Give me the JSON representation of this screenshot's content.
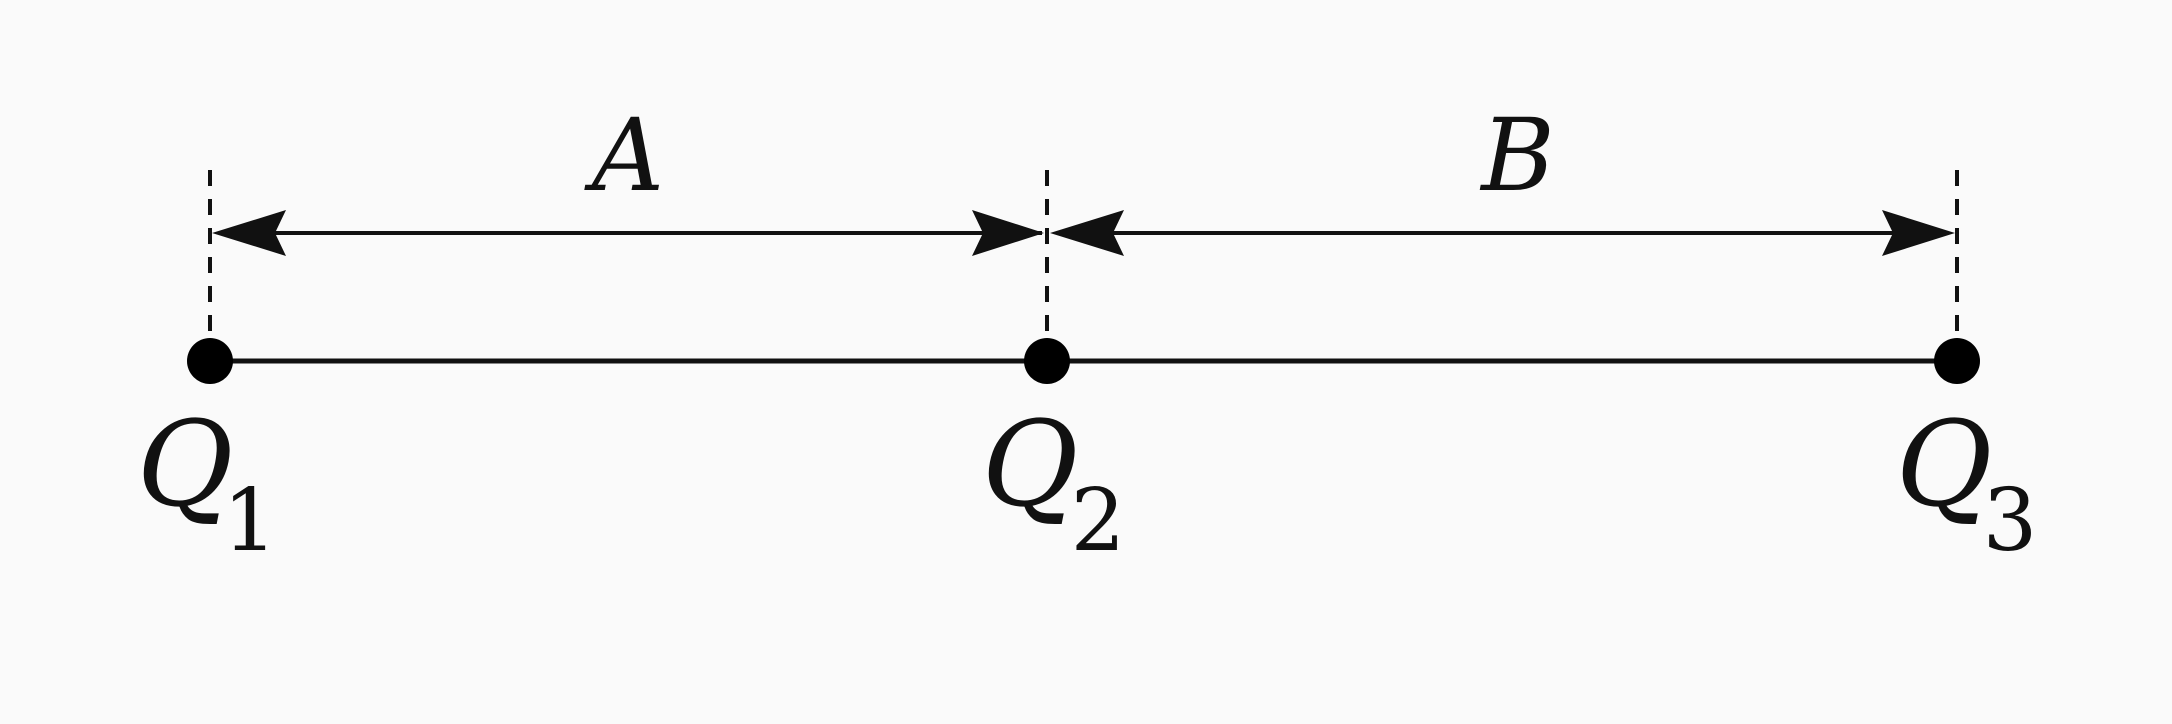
{
  "diagram": {
    "charges": [
      {
        "symbol": "Q",
        "subscript": "1"
      },
      {
        "symbol": "Q",
        "subscript": "2"
      },
      {
        "symbol": "Q",
        "subscript": "3"
      }
    ],
    "distances": [
      {
        "label": "A"
      },
      {
        "label": "B"
      }
    ],
    "colors": {
      "ink": "#111111",
      "background": "#fafafa"
    }
  }
}
